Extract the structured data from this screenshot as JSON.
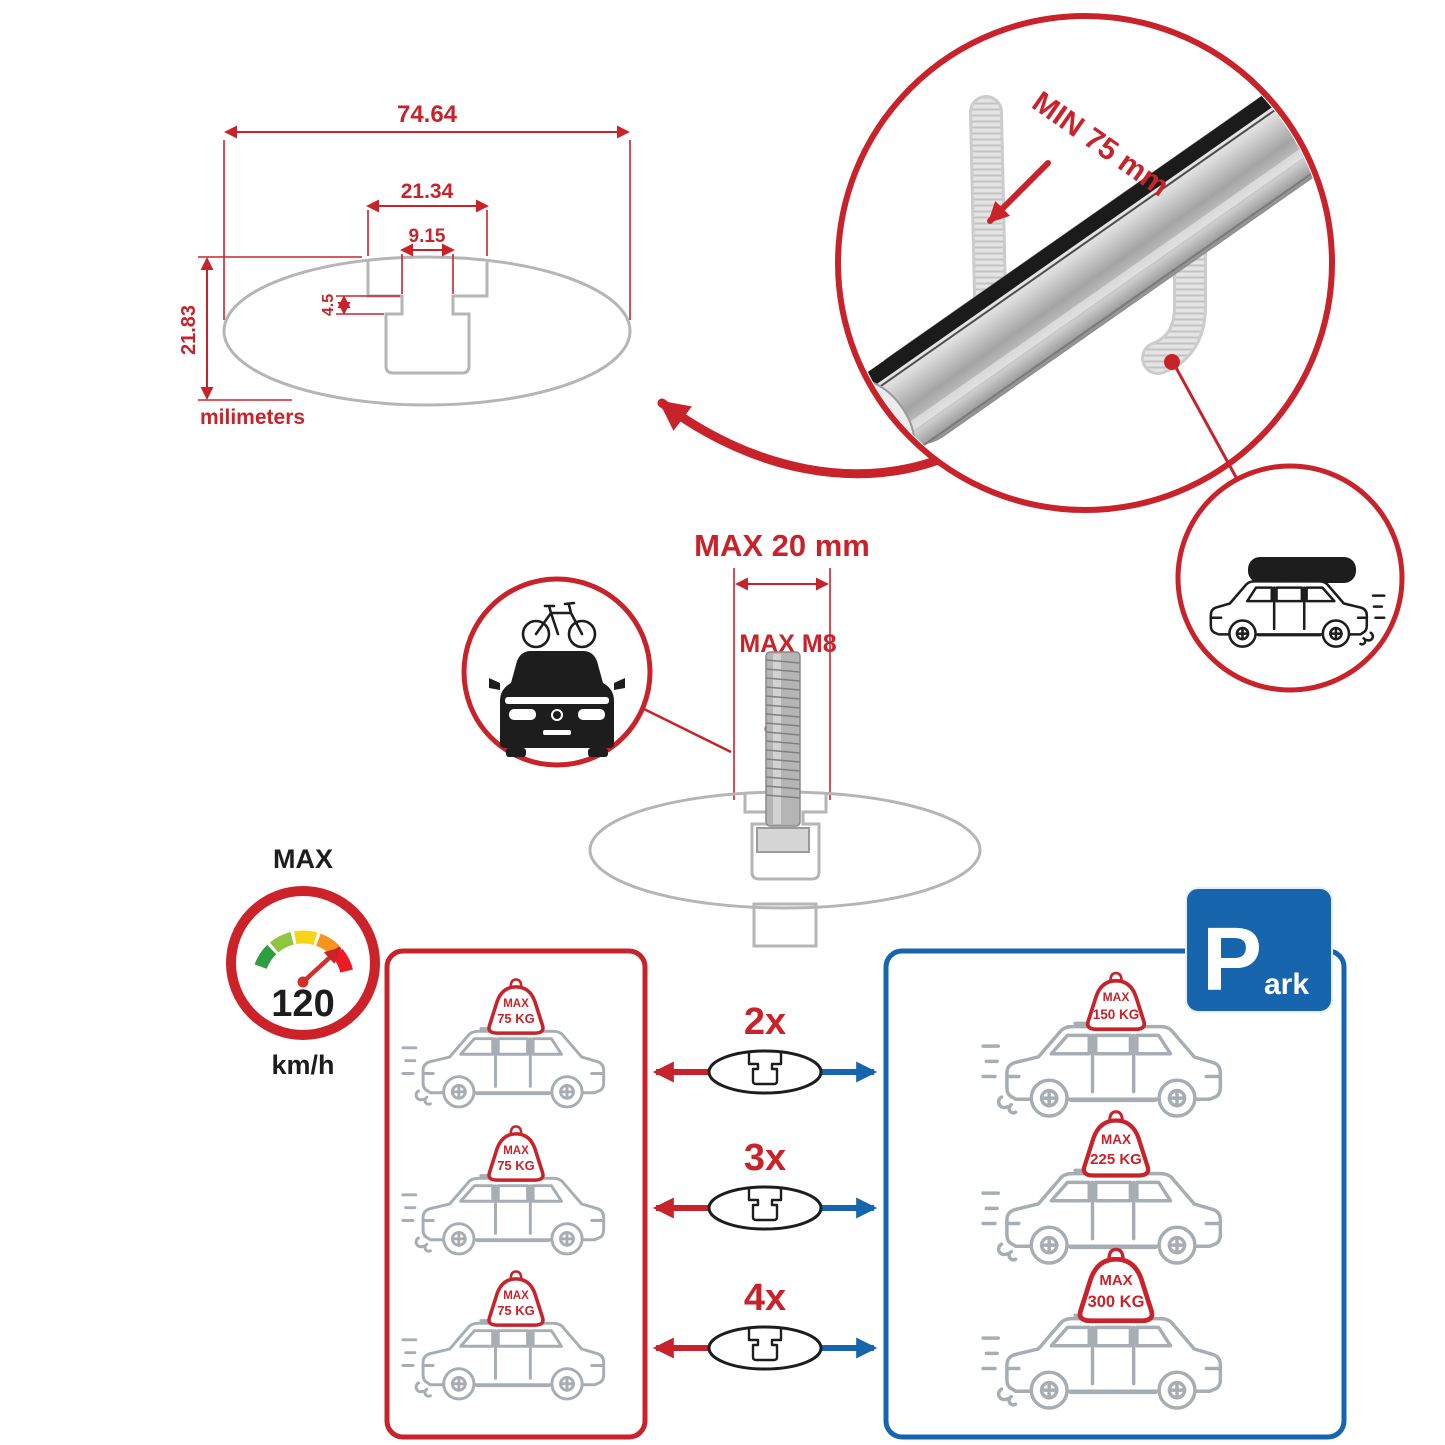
{
  "profile_dimensions": {
    "total_width": "74.64",
    "slot_outer_width": "21.34",
    "slot_inner_width": "9.15",
    "flange_depth": "4.5",
    "total_height": "21.83",
    "units_label": "milimeters"
  },
  "bar_callout": {
    "clamp_min_label": "MIN 75 mm"
  },
  "bolt_callout": {
    "max_length_label": "MAX 20 mm",
    "max_thread_label": "MAX M8"
  },
  "speed_limit": {
    "heading": "MAX",
    "value": "120",
    "unit": "km/h"
  },
  "park_sign": {
    "letter": "P",
    "rest": "ark"
  },
  "load_rows": [
    {
      "multiplier": "2x",
      "left_box_label": "MAX",
      "left_box_weight": "75 KG",
      "right_box_label": "MAX",
      "right_box_weight": "150 KG"
    },
    {
      "multiplier": "3x",
      "left_box_label": "MAX",
      "left_box_weight": "75 KG",
      "right_box_label": "MAX",
      "right_box_weight": "225 KG"
    },
    {
      "multiplier": "4x",
      "left_box_label": "MAX",
      "left_box_weight": "75 KG",
      "right_box_label": "MAX",
      "right_box_weight": "300 KG"
    }
  ],
  "colors": {
    "accent_red": "#c8232b",
    "accent_blue": "#1766ad",
    "technical_gray": "#b5b5b5",
    "car_gray": "#a6adb3"
  }
}
